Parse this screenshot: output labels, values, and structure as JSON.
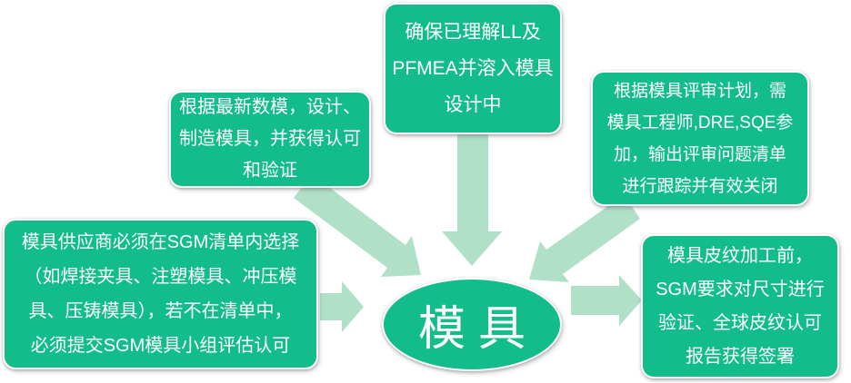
{
  "diagram": {
    "center": {
      "label": "模具"
    },
    "boxes": {
      "upper_left": {
        "text": "根据最新数模，设计、\n制造模具，并获得认可\n和验证"
      },
      "top": {
        "text": "确保已理解LL及\nPFMEA并溶入模具\n设计中"
      },
      "upper_right": {
        "text": "根据模具评审计划，需\n模具工程师,DRE,SQE参\n加，输出评审问题清单\n进行跟踪并有效关闭"
      },
      "left": {
        "text": "模具供应商必须在SGM清单内选择\n（如焊接夹具、注塑模具、冲压模\n具、压铸模具），若不在清单中，\n必须提交SGM模具小组评估认可"
      },
      "right": {
        "text": "模具皮纹加工前，\nSGM要求对尺寸进行\n验证、全球皮纹认可\n报告获得签署"
      }
    },
    "colors": {
      "box_fill": "#12bd8b",
      "arrow_fill": "#b0e0c8",
      "text": "#ffffff"
    }
  }
}
